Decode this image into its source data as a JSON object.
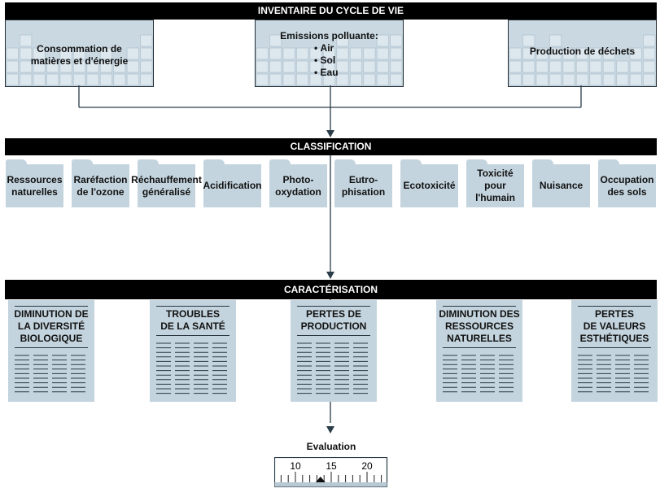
{
  "inventory": {
    "title": "INVENTAIRE DU CYCLE DE VIE",
    "boxes": [
      {
        "lines": [
          "Consommation de",
          "matières et d'énergie"
        ]
      },
      {
        "heading": "Emissions polluante:",
        "bullets": [
          "Air",
          "Sol",
          "Eau"
        ]
      },
      {
        "lines": [
          "Production de déchets"
        ]
      }
    ]
  },
  "classification": {
    "title": "CLASSIFICATION",
    "items": [
      [
        "Ressources",
        "naturelles"
      ],
      [
        "Raréfaction",
        "de l'ozone"
      ],
      [
        "Réchauffement",
        "généralisé"
      ],
      [
        "Acidification"
      ],
      [
        "Photo-",
        "oxydation"
      ],
      [
        "Eutro-",
        "phisation"
      ],
      [
        "Ecotoxicité"
      ],
      [
        "Toxicité",
        "pour",
        "l'humain"
      ],
      [
        "Nuisance"
      ],
      [
        "Occupation",
        "des sols"
      ]
    ]
  },
  "characterisation": {
    "title": "CARACTÉRISATION",
    "docs": [
      [
        "DIMINUTION DE",
        "LA DIVERSITÉ",
        "BIOLOGIQUE"
      ],
      [
        "TROUBLES",
        "DE LA SANTÉ"
      ],
      [
        "PERTES DE",
        "PRODUCTION"
      ],
      [
        "DIMINUTION DES",
        "RESSOURCES",
        "NATURELLES"
      ],
      [
        "PERTES",
        "DE VALEURS",
        "ESTHÉTIQUES"
      ]
    ]
  },
  "evaluation": {
    "label": "Evaluation",
    "scale_labels": [
      "10",
      "15",
      "20"
    ],
    "pointer_value": 13.5
  }
}
